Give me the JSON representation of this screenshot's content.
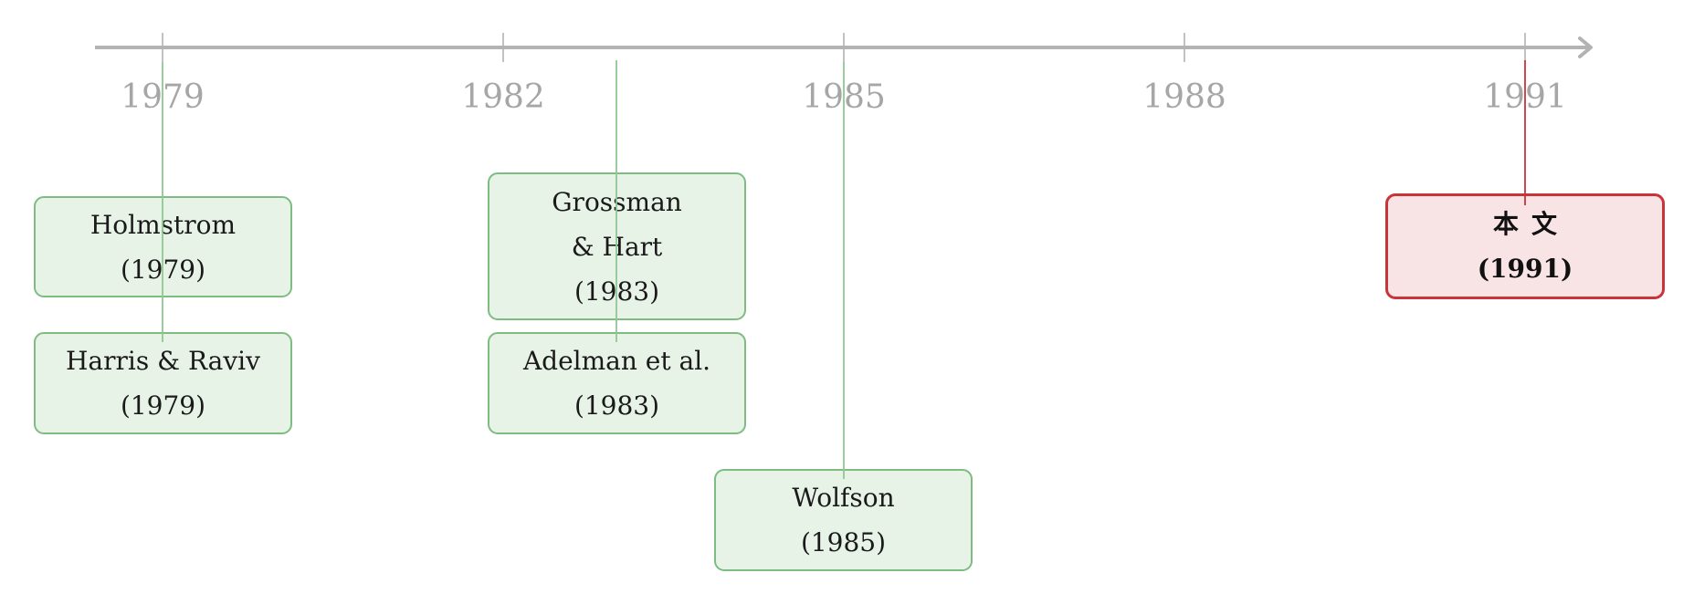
{
  "axis": {
    "ticks": [
      "1979",
      "1982",
      "1985",
      "1988",
      "1991"
    ],
    "line_color": "#b3b3b3",
    "label_color": "#a6a6a6"
  },
  "events": [
    {
      "id": "holmstrom",
      "lines": [
        "Holmstrom",
        "(1979)"
      ],
      "year": 1979
    },
    {
      "id": "harris-raviv",
      "lines": [
        "Harris & Raviv",
        "(1979)"
      ],
      "year": 1979
    },
    {
      "id": "grossman-hart",
      "lines": [
        "Grossman",
        "& Hart",
        "(1983)"
      ],
      "year": 1983
    },
    {
      "id": "adelman",
      "lines": [
        "Adelman et al.",
        "(1983)"
      ],
      "year": 1983
    },
    {
      "id": "wolfson",
      "lines": [
        "Wolfson",
        "(1985)"
      ],
      "year": 1985
    },
    {
      "id": "this-paper",
      "lines": [
        "本文",
        "(1991)"
      ],
      "year": 1991,
      "highlight": true
    }
  ],
  "colors": {
    "green_border": "#7fbc82",
    "green_fill": "#e8f3e8",
    "green_connector": "#8fc792",
    "red_border": "#c9333a",
    "red_fill": "#f8e3e5",
    "red_connector": "#c9333a"
  }
}
